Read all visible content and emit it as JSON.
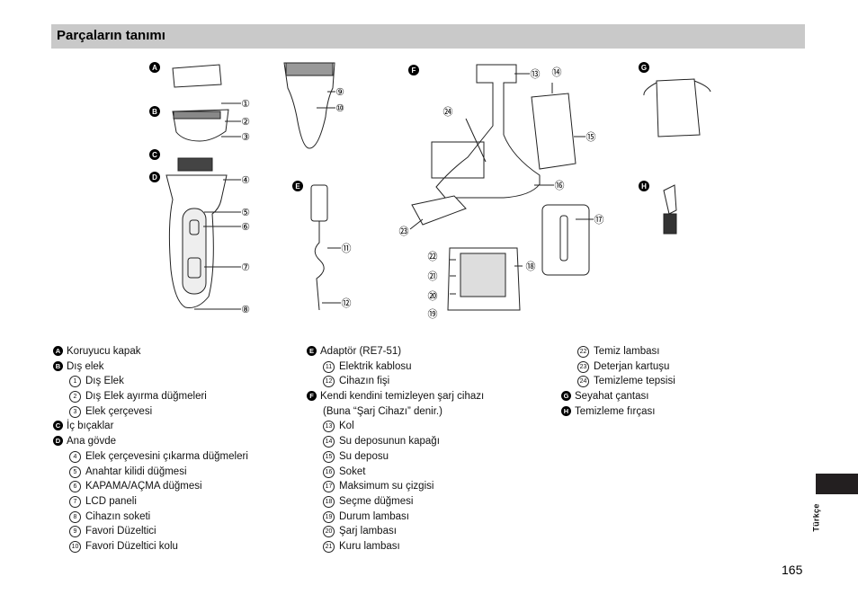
{
  "header": {
    "title": "Parçaların tanımı"
  },
  "figure": {
    "part_badges": [
      "A",
      "B",
      "C",
      "D",
      "E",
      "F",
      "G",
      "H"
    ],
    "callouts": [
      "①",
      "②",
      "③",
      "④",
      "⑤",
      "⑥",
      "⑦",
      "⑧",
      "⑨",
      "⑩",
      "⑪",
      "⑫",
      "⑬",
      "⑭",
      "⑮",
      "⑯",
      "⑰",
      "⑱",
      "⑲",
      "⑳",
      "㉑",
      "㉒",
      "㉓",
      "㉔"
    ]
  },
  "legend": {
    "col1": [
      {
        "badge": "A",
        "text": "Koruyucu kapak"
      },
      {
        "badge": "B",
        "text": "Dış elek"
      },
      {
        "num": "1",
        "text": "Dış Elek"
      },
      {
        "num": "2",
        "text": "Dış Elek ayırma düğmeleri"
      },
      {
        "num": "3",
        "text": "Elek çerçevesi"
      },
      {
        "badge": "C",
        "text": "İç bıçaklar"
      },
      {
        "badge": "D",
        "text": "Ana gövde"
      },
      {
        "num": "4",
        "text": "Elek çerçevesini çıkarma düğmeleri"
      },
      {
        "num": "5",
        "text": "Anahtar kilidi düğmesi"
      },
      {
        "num": "6",
        "text": "KAPAMA/AÇMA düğmesi"
      },
      {
        "num": "7",
        "text": "LCD paneli"
      },
      {
        "num": "8",
        "text": "Cihazın soketi"
      },
      {
        "num": "9",
        "text": "Favori Düzeltici"
      },
      {
        "num": "10",
        "text": "Favori Düzeltici kolu"
      }
    ],
    "col2": [
      {
        "badge": "E",
        "text": "Adaptör (RE7-51)"
      },
      {
        "num": "11",
        "text": "Elektrik kablosu"
      },
      {
        "num": "12",
        "text": "Cihazın fişi"
      },
      {
        "badge": "F",
        "text": "Kendi kendini temizleyen şarj cihazı"
      },
      {
        "plain": true,
        "text": "(Buna “Şarj Cihazı” denir.)"
      },
      {
        "num": "13",
        "text": "Kol"
      },
      {
        "num": "14",
        "text": "Su deposunun kapağı"
      },
      {
        "num": "15",
        "text": "Su deposu"
      },
      {
        "num": "16",
        "text": "Soket"
      },
      {
        "num": "17",
        "text": "Maksimum su çizgisi"
      },
      {
        "num": "18",
        "text": "Seçme düğmesi"
      },
      {
        "num": "19",
        "text": "Durum lambası"
      },
      {
        "num": "20",
        "text": "Şarj lambası"
      },
      {
        "num": "21",
        "text": "Kuru lambası"
      }
    ],
    "col3": [
      {
        "num": "22",
        "text": "Temiz lambası"
      },
      {
        "num": "23",
        "text": "Deterjan kartuşu"
      },
      {
        "num": "24",
        "text": "Temizleme tepsisi"
      },
      {
        "badge": "G",
        "text": "Seyahat çantası"
      },
      {
        "badge": "H",
        "text": "Temizleme fırçası"
      }
    ]
  },
  "side_tab": {
    "label": "Türkçe"
  },
  "page_number": "165"
}
